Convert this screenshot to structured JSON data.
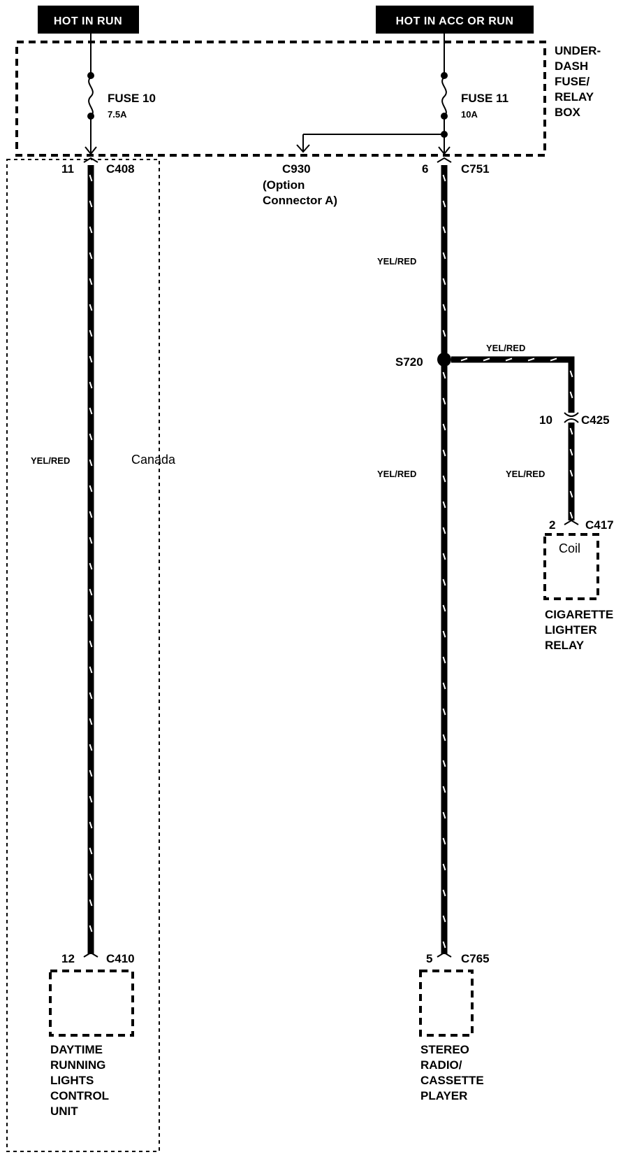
{
  "sources": {
    "left": "HOT IN RUN",
    "right": "HOT IN ACC OR RUN"
  },
  "fuse_box": {
    "label_lines": [
      "UNDER-",
      "DASH",
      "FUSE/",
      "RELAY",
      "BOX"
    ],
    "fuse10": {
      "name": "FUSE 10",
      "rating": "7.5A"
    },
    "fuse11": {
      "name": "FUSE 11",
      "rating": "10A"
    }
  },
  "connectors": {
    "c408": {
      "pin": "11",
      "name": "C408"
    },
    "c930": {
      "name": "C930",
      "desc_lines": [
        "(Option",
        "Connector A)"
      ]
    },
    "c751": {
      "pin": "6",
      "name": "C751"
    },
    "c425": {
      "pin": "10",
      "name": "C425"
    },
    "c417": {
      "pin": "2",
      "name": "C417"
    },
    "c410": {
      "pin": "12",
      "name": "C410"
    },
    "c765": {
      "pin": "5",
      "name": "C765"
    }
  },
  "splice": {
    "name": "S720"
  },
  "wires": {
    "left": "YEL/RED",
    "right_upper": "YEL/RED",
    "branch": "YEL/RED",
    "right_lower": "YEL/RED",
    "relay": "YEL/RED"
  },
  "region": {
    "label": "Canada"
  },
  "components": {
    "relay": {
      "inner": "Coil",
      "lines": [
        "CIGARETTE",
        "LIGHTER",
        "RELAY"
      ]
    },
    "drl": {
      "lines": [
        "DAYTIME",
        "RUNNING",
        "LIGHTS",
        "CONTROL",
        "UNIT"
      ]
    },
    "radio": {
      "lines": [
        "STEREO",
        "RADIO/",
        "CASSETTE",
        "PLAYER"
      ]
    }
  }
}
